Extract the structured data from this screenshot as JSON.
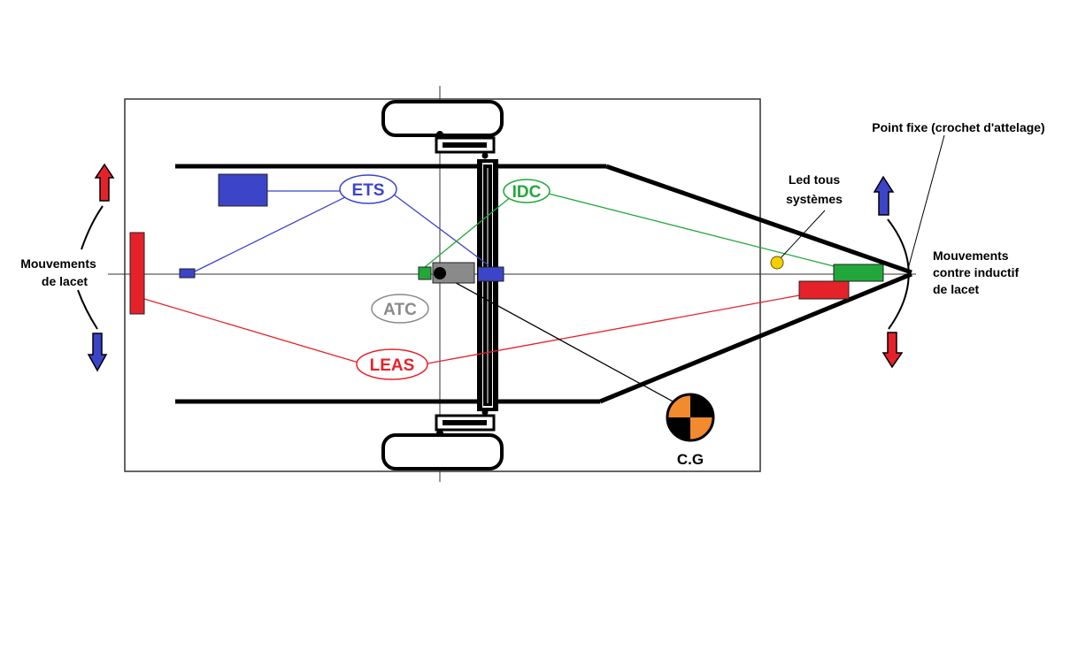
{
  "labels": {
    "yaw_left": [
      "Mouvements",
      "de lacet"
    ],
    "point_fixe": "Point fixe (crochet d'attelage)",
    "led": [
      "Led  tous",
      "systèmes"
    ],
    "counter_yaw": [
      "Mouvements",
      "contre inductif",
      "de lacet"
    ],
    "ets": "ETS",
    "idc": "IDC",
    "atc": "ATC",
    "leas": "LEAS",
    "cg": "C.G"
  },
  "colors": {
    "ets": "#3c44c8",
    "idc": "#22a83a",
    "atc": "#8a8a8a",
    "leas": "#e5222a",
    "led": "#f5d000",
    "cg_orange": "#f28a2e",
    "arrow_red": "#e5222a",
    "arrow_blue": "#3c44c8"
  },
  "icons": {
    "up_arrow": "arrow-up-icon",
    "down_arrow": "arrow-down-icon",
    "cg_symbol": "center-of-gravity-icon"
  }
}
